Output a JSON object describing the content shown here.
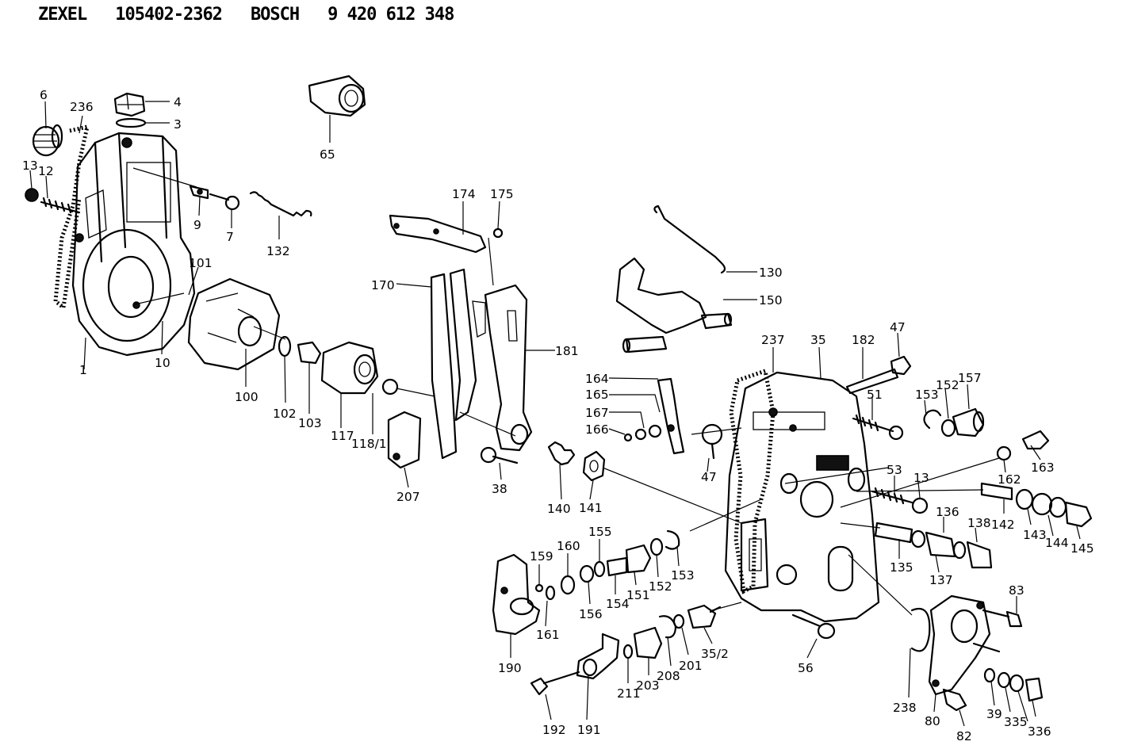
{
  "header": {
    "maker1": "ZEXEL",
    "part_no1": "105402-2362",
    "maker2": "BOSCH",
    "part_no2": "9 420 612 348"
  },
  "labels": [
    {
      "id": "6",
      "text": "6"
    },
    {
      "id": "236",
      "text": "236"
    },
    {
      "id": "4",
      "text": "4"
    },
    {
      "id": "3",
      "text": "3"
    },
    {
      "id": "65",
      "text": "65"
    },
    {
      "id": "13a",
      "text": "13"
    },
    {
      "id": "12",
      "text": "12"
    },
    {
      "id": "9",
      "text": "9"
    },
    {
      "id": "7",
      "text": "7"
    },
    {
      "id": "132",
      "text": "132"
    },
    {
      "id": "101",
      "text": "101"
    },
    {
      "id": "1",
      "text": "1"
    },
    {
      "id": "10",
      "text": "10"
    },
    {
      "id": "100",
      "text": "100"
    },
    {
      "id": "102",
      "text": "102"
    },
    {
      "id": "103",
      "text": "103"
    },
    {
      "id": "117",
      "text": "117"
    },
    {
      "id": "118_1",
      "text": "118/1"
    },
    {
      "id": "207",
      "text": "207"
    },
    {
      "id": "174",
      "text": "174"
    },
    {
      "id": "175",
      "text": "175"
    },
    {
      "id": "170",
      "text": "170"
    },
    {
      "id": "181",
      "text": "181"
    },
    {
      "id": "38",
      "text": "38"
    },
    {
      "id": "140",
      "text": "140"
    },
    {
      "id": "141",
      "text": "141"
    },
    {
      "id": "130",
      "text": "130"
    },
    {
      "id": "150",
      "text": "150"
    },
    {
      "id": "164",
      "text": "164"
    },
    {
      "id": "165",
      "text": "165"
    },
    {
      "id": "167",
      "text": "167"
    },
    {
      "id": "166",
      "text": "166"
    },
    {
      "id": "47a",
      "text": "47"
    },
    {
      "id": "237",
      "text": "237"
    },
    {
      "id": "35",
      "text": "35"
    },
    {
      "id": "182",
      "text": "182"
    },
    {
      "id": "47b",
      "text": "47"
    },
    {
      "id": "51",
      "text": "51"
    },
    {
      "id": "153a",
      "text": "153"
    },
    {
      "id": "152a",
      "text": "152"
    },
    {
      "id": "157",
      "text": "157"
    },
    {
      "id": "163",
      "text": "163"
    },
    {
      "id": "162",
      "text": "162"
    },
    {
      "id": "53",
      "text": "53"
    },
    {
      "id": "13b",
      "text": "13"
    },
    {
      "id": "136",
      "text": "136"
    },
    {
      "id": "138",
      "text": "138"
    },
    {
      "id": "142",
      "text": "142"
    },
    {
      "id": "143",
      "text": "143"
    },
    {
      "id": "144",
      "text": "144"
    },
    {
      "id": "145",
      "text": "145"
    },
    {
      "id": "135",
      "text": "135"
    },
    {
      "id": "137",
      "text": "137"
    },
    {
      "id": "159",
      "text": "159"
    },
    {
      "id": "160",
      "text": "160"
    },
    {
      "id": "155",
      "text": "155"
    },
    {
      "id": "156",
      "text": "156"
    },
    {
      "id": "154",
      "text": "154"
    },
    {
      "id": "151",
      "text": "151"
    },
    {
      "id": "152b",
      "text": "152"
    },
    {
      "id": "153b",
      "text": "153"
    },
    {
      "id": "161",
      "text": "161"
    },
    {
      "id": "190",
      "text": "190"
    },
    {
      "id": "83",
      "text": "83"
    },
    {
      "id": "35_2",
      "text": "35/2"
    },
    {
      "id": "201",
      "text": "201"
    },
    {
      "id": "208",
      "text": "208"
    },
    {
      "id": "203",
      "text": "203"
    },
    {
      "id": "211",
      "text": "211"
    },
    {
      "id": "56",
      "text": "56"
    },
    {
      "id": "238",
      "text": "238"
    },
    {
      "id": "80",
      "text": "80"
    },
    {
      "id": "82",
      "text": "82"
    },
    {
      "id": "39",
      "text": "39"
    },
    {
      "id": "335",
      "text": "335"
    },
    {
      "id": "336",
      "text": "336"
    },
    {
      "id": "192",
      "text": "192"
    },
    {
      "id": "191",
      "text": "191"
    }
  ]
}
